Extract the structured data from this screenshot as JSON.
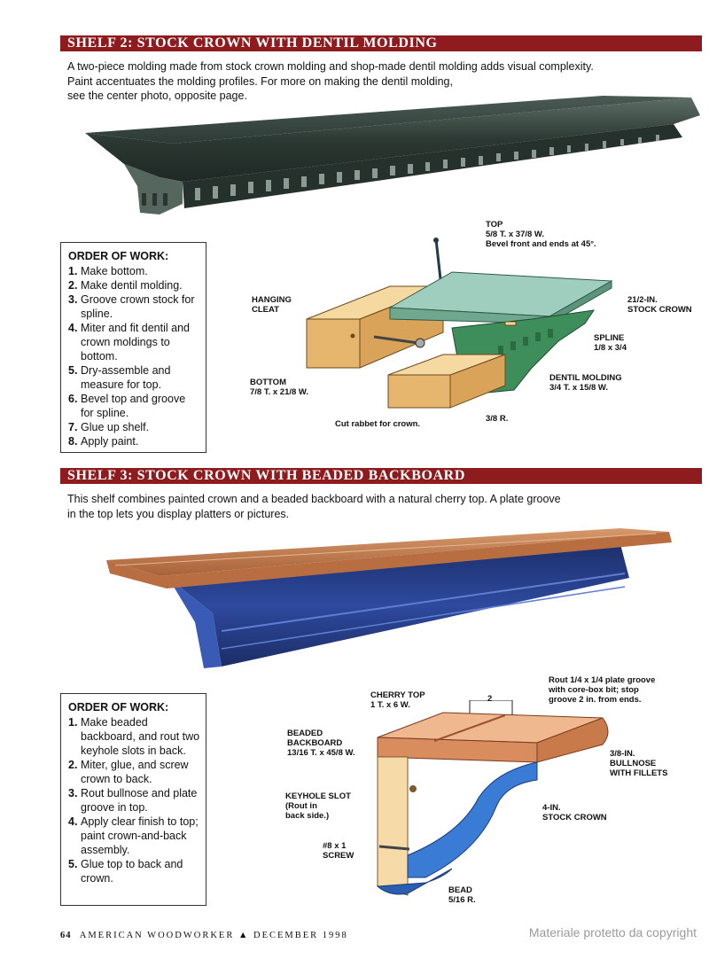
{
  "shelf2": {
    "title": "SHELF 2: STOCK CROWN WITH DENTIL MOLDING",
    "intro": [
      "A two-piece molding made from stock crown molding and shop-made dentil molding adds visual complexity.",
      "Paint accentuates the molding profiles. For more on making the dentil molding,",
      "see the center photo, opposite page."
    ],
    "order_heading": "ORDER OF WORK:",
    "steps": [
      {
        "num": "1.",
        "text": "Make bottom."
      },
      {
        "num": "2.",
        "text": "Make dentil molding."
      },
      {
        "num": "3.",
        "text": "Groove crown stock for spline."
      },
      {
        "num": "4.",
        "text": "Miter and fit dentil and crown moldings to bottom."
      },
      {
        "num": "5.",
        "text": "Dry-assemble and measure for top."
      },
      {
        "num": "6.",
        "text": "Bevel top and groove for spline."
      },
      {
        "num": "7.",
        "text": "Glue up shelf."
      },
      {
        "num": "8.",
        "text": "Apply paint."
      }
    ],
    "labels": {
      "top_1": "TOP",
      "top_2": "5/8 T. x 37/8 W.",
      "top_3": "Bevel front and ends at 45°.",
      "hanging_1": "HANGING",
      "hanging_2": "CLEAT",
      "crown_1": "21/2-IN.",
      "crown_2": "STOCK CROWN",
      "spline_1": "SPLINE",
      "spline_2": "1/8 x 3/4",
      "bottom_1": "BOTTOM",
      "bottom_2": "7/8 T. x 21/8 W.",
      "dentil_1": "DENTIL MOLDING",
      "dentil_2": "3/4 T. x 15/8 W.",
      "rabbet": "Cut rabbet for crown.",
      "radius": "3/8 R."
    }
  },
  "shelf3": {
    "title": "SHELF 3: STOCK CROWN WITH BEADED BACKBOARD",
    "intro": [
      "This shelf combines painted crown and a beaded backboard with a natural cherry top. A plate groove",
      "in the top lets you display platters or pictures."
    ],
    "order_heading": "ORDER OF WORK:",
    "steps": [
      {
        "num": "1.",
        "text": "Make beaded backboard, and rout two keyhole slots in back."
      },
      {
        "num": "2.",
        "text": "Miter, glue, and screw crown to back."
      },
      {
        "num": "3.",
        "text": "Rout bullnose and plate groove in top."
      },
      {
        "num": "4.",
        "text": "Apply clear finish to top; paint crown-and-back assembly."
      },
      {
        "num": "5.",
        "text": "Glue top to back and crown."
      }
    ],
    "labels": {
      "rout_1": "Rout 1/4 x 1/4 plate groove",
      "rout_2": "with core-box bit; stop",
      "rout_3": "groove 2 in. from ends.",
      "dim": "2",
      "cherry_1": "CHERRY TOP",
      "cherry_2": "1 T. x 6 W.",
      "beaded_1": "BEADED",
      "beaded_2": "BACKBOARD",
      "beaded_3": "13/16 T. x 45/8 W.",
      "bullnose_1": "3/8-IN.",
      "bullnose_2": "BULLNOSE",
      "bullnose_3": "WITH FILLETS",
      "keyhole_1": "KEYHOLE SLOT",
      "keyhole_2": "(Rout in",
      "keyhole_3": "back side.)",
      "crown_1": "4-IN.",
      "crown_2": "STOCK CROWN",
      "screw_1": "#8 x 1",
      "screw_2": "SCREW",
      "bead_1": "BEAD",
      "bead_2": "5/16 R."
    }
  },
  "footer": {
    "page": "64",
    "magazine": "AMERICAN WOODWORKER",
    "separator": "▲",
    "date": "DECEMBER 1998"
  },
  "watermark": "Materiale protetto da copyright"
}
